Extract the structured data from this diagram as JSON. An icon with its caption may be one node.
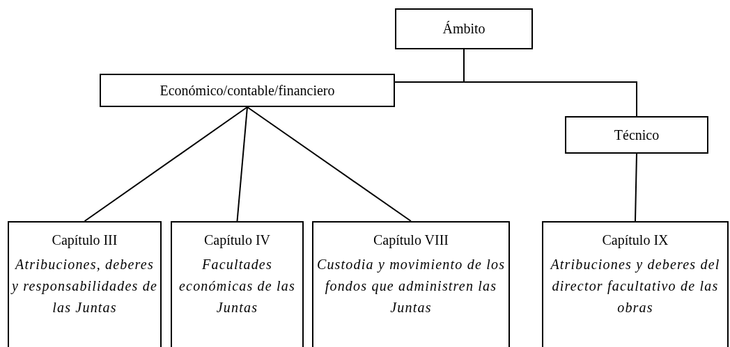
{
  "diagram": {
    "nodes": [
      {
        "text": [
          "Ámbito"
        ]
      },
      {
        "text": [
          "Económico/contable/financiero"
        ]
      },
      {
        "text": [
          "Técnico"
        ]
      },
      {
        "text": [
          "Capítulo III",
          "Atribuciones, deberes y responsabilidades de las Juntas"
        ]
      },
      {
        "text": [
          "Capítulo IV",
          "Facultades económicas de las Juntas"
        ]
      },
      {
        "text": [
          "Capítulo VIII",
          "Custodia y movimiento de los fondos que administren las Juntas"
        ]
      },
      {
        "text": [
          "Capítulo IX",
          "Atribuciones y deberes del director facultativo de las obras"
        ]
      }
    ],
    "edges": [
      {
        "from": 0,
        "to": 1,
        "arrow": "none"
      },
      {
        "from": 0,
        "to": 2,
        "arrow": "none"
      },
      {
        "from": 1,
        "to": 3,
        "arrow": "none"
      },
      {
        "from": 1,
        "to": 4,
        "arrow": "none"
      },
      {
        "from": 1,
        "to": 5,
        "arrow": "none"
      },
      {
        "from": 2,
        "to": 6,
        "arrow": "none"
      }
    ]
  }
}
